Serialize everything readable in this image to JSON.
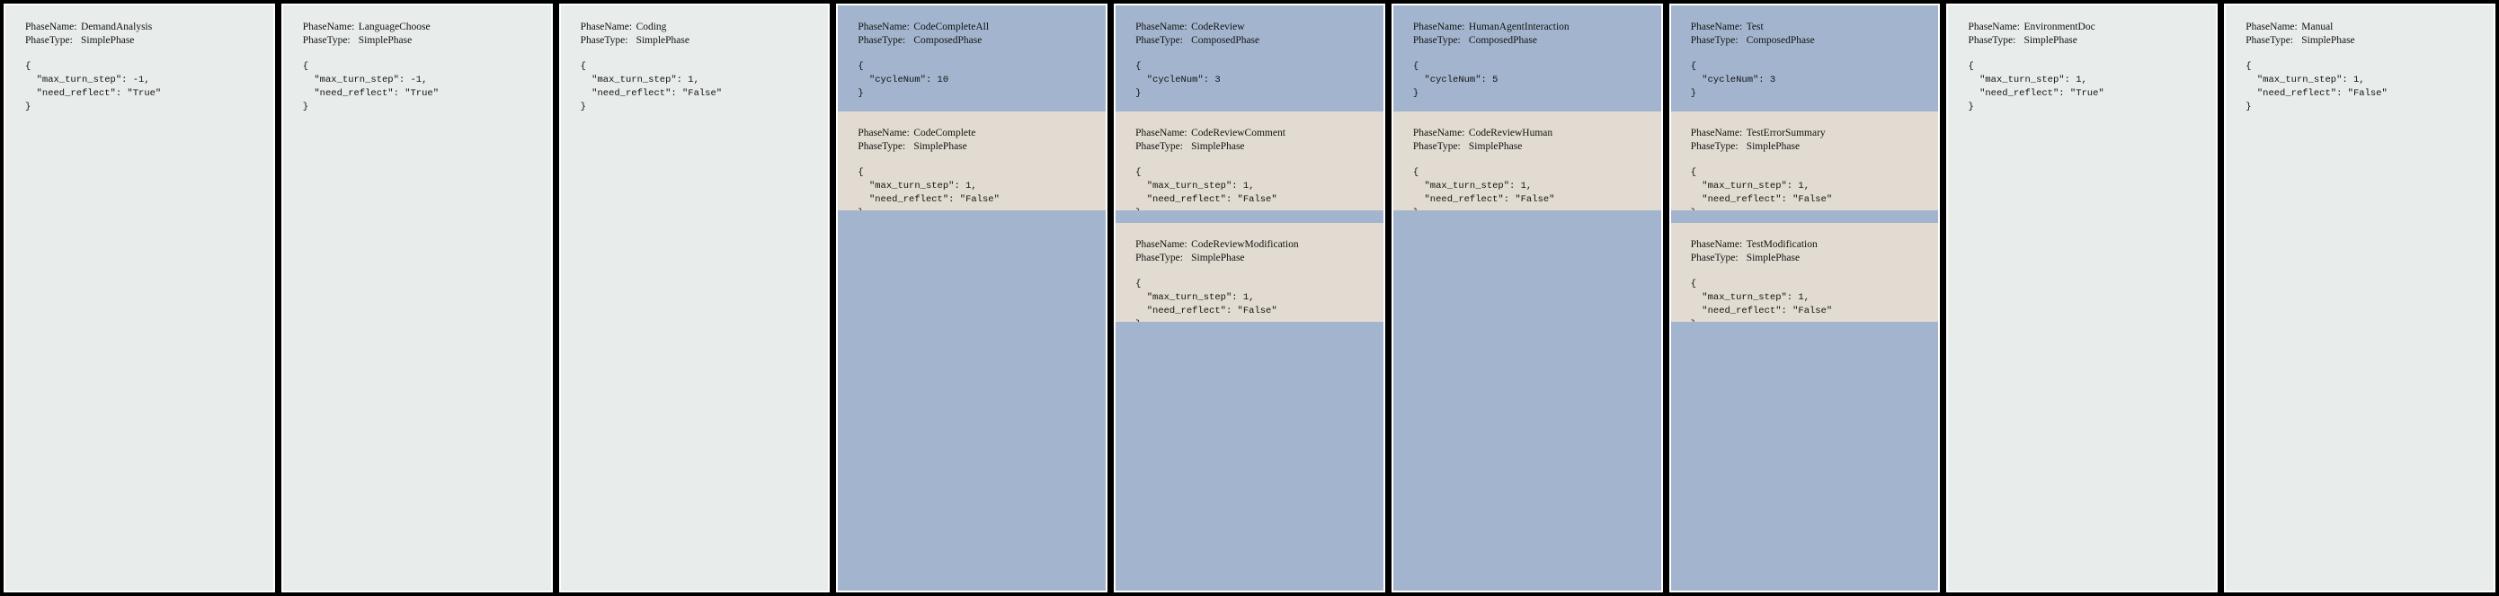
{
  "labels": {
    "phase_name_key": "PhaseName:",
    "phase_type_key": "PhaseType:",
    "brace_open": "{",
    "brace_close": "}"
  },
  "colors": {
    "background": "#000000",
    "simple_phase_bg": "#e8ecea",
    "composed_phase_bg": "#a3b5ce",
    "sub_phase_bg": "#e2dbd1",
    "panel_border": "#ffffff",
    "text": "#111111"
  },
  "panels": [
    {
      "id": "demand-analysis",
      "kind": "simple",
      "phase_name": "DemandAnalysis",
      "phase_type": "SimplePhase",
      "config_lines": [
        "{",
        "  \"max_turn_step\": -1,",
        "  \"need_reflect\": \"True\"",
        "}"
      ],
      "children": []
    },
    {
      "id": "language-choose",
      "kind": "simple",
      "phase_name": "LanguageChoose",
      "phase_type": "SimplePhase",
      "config_lines": [
        "{",
        "  \"max_turn_step\": -1,",
        "  \"need_reflect\": \"True\"",
        "}"
      ],
      "children": []
    },
    {
      "id": "coding",
      "kind": "simple",
      "phase_name": "Coding",
      "phase_type": "SimplePhase",
      "config_lines": [
        "{",
        "  \"max_turn_step\": 1,",
        "  \"need_reflect\": \"False\"",
        "}"
      ],
      "children": []
    },
    {
      "id": "code-complete-all",
      "kind": "composed",
      "phase_name": "CodeCompleteAll",
      "phase_type": "ComposedPhase",
      "config_lines": [
        "{",
        "  \"cycleNum\": 10",
        "}"
      ],
      "children": [
        {
          "id": "code-complete",
          "phase_name": "CodeComplete",
          "phase_type": "SimplePhase",
          "config_lines": [
            "{",
            "  \"max_turn_step\": 1,",
            "  \"need_reflect\": \"False\"",
            "}"
          ]
        }
      ]
    },
    {
      "id": "code-review",
      "kind": "composed",
      "phase_name": "CodeReview",
      "phase_type": "ComposedPhase",
      "config_lines": [
        "{",
        "  \"cycleNum\": 3",
        "}"
      ],
      "children": [
        {
          "id": "code-review-comment",
          "phase_name": "CodeReviewComment",
          "phase_type": "SimplePhase",
          "config_lines": [
            "{",
            "  \"max_turn_step\": 1,",
            "  \"need_reflect\": \"False\"",
            "}"
          ]
        },
        {
          "id": "code-review-modification",
          "phase_name": "CodeReviewModification",
          "phase_type": "SimplePhase",
          "config_lines": [
            "{",
            "  \"max_turn_step\": 1,",
            "  \"need_reflect\": \"False\"",
            "}"
          ]
        }
      ]
    },
    {
      "id": "human-agent-interaction",
      "kind": "composed",
      "phase_name": "HumanAgentInteraction",
      "phase_type": "ComposedPhase",
      "config_lines": [
        "{",
        "  \"cycleNum\": 5",
        "}"
      ],
      "children": [
        {
          "id": "code-review-human",
          "phase_name": "CodeReviewHuman",
          "phase_type": "SimplePhase",
          "config_lines": [
            "{",
            "  \"max_turn_step\": 1,",
            "  \"need_reflect\": \"False\"",
            "}"
          ]
        }
      ]
    },
    {
      "id": "test",
      "kind": "composed",
      "phase_name": "Test",
      "phase_type": "ComposedPhase",
      "config_lines": [
        "{",
        "  \"cycleNum\": 3",
        "}"
      ],
      "children": [
        {
          "id": "test-error-summary",
          "phase_name": "TestErrorSummary",
          "phase_type": "SimplePhase",
          "config_lines": [
            "{",
            "  \"max_turn_step\": 1,",
            "  \"need_reflect\": \"False\"",
            "}"
          ]
        },
        {
          "id": "test-modification",
          "phase_name": "TestModification",
          "phase_type": "SimplePhase",
          "config_lines": [
            "{",
            "  \"max_turn_step\": 1,",
            "  \"need_reflect\": \"False\"",
            "}"
          ]
        }
      ]
    },
    {
      "id": "environment-doc",
      "kind": "simple",
      "phase_name": "EnvironmentDoc",
      "phase_type": "SimplePhase",
      "config_lines": [
        "{",
        "  \"max_turn_step\": 1,",
        "  \"need_reflect\": \"True\"",
        "}"
      ],
      "children": []
    },
    {
      "id": "manual",
      "kind": "simple",
      "phase_name": "Manual",
      "phase_type": "SimplePhase",
      "config_lines": [
        "{",
        "  \"max_turn_step\": 1,",
        "  \"need_reflect\": \"False\"",
        "}"
      ],
      "children": []
    }
  ]
}
